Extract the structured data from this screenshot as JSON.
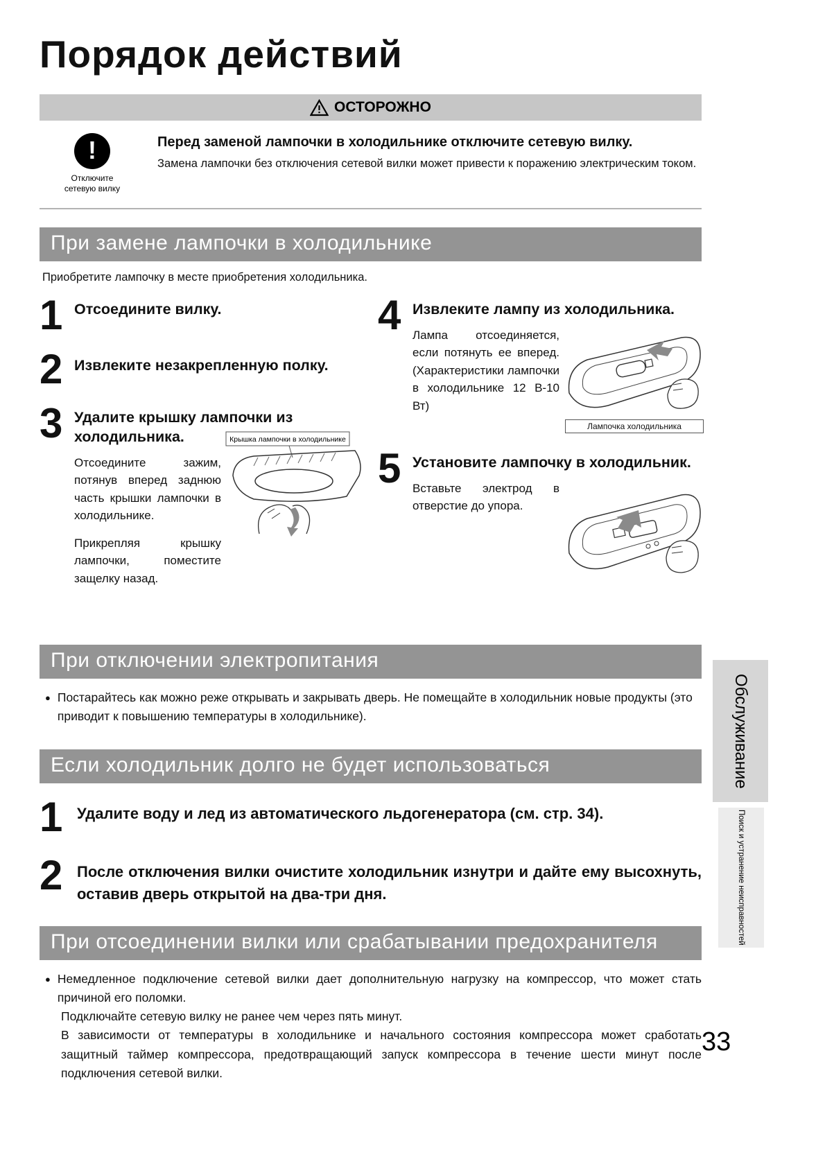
{
  "page": {
    "title": "Порядок действий",
    "number": "33"
  },
  "warning": {
    "header": "ОСТОРОЖНО",
    "icon_caption": "Отключите сетевую вилку",
    "lead": "Перед заменой лампочки в холодильнике отключите сетевую вилку.",
    "detail": "Замена лампочки без отключения сетевой вилки может привести к поражению электрическим током."
  },
  "lamp": {
    "header": "При замене лампочки в холодильнике",
    "intro": "Приобретите лампочку в месте приобретения холодильника.",
    "steps": [
      {
        "num": "1",
        "title": "Отсоедините вилку."
      },
      {
        "num": "2",
        "title": "Извлеките незакрепленную полку."
      },
      {
        "num": "3",
        "title": "Удалите крышку лампочки из холодильника.",
        "body1": "Отсоедините зажим, потянув вперед заднюю часть крышки лампочки в холодильнике.",
        "body2": "Прикрепляя крышку лампочки, поместите защелку назад.",
        "image_label": "Крышка лампочки в холодильнике"
      },
      {
        "num": "4",
        "title": "Извлеките лампу из холодильника.",
        "body": "Лампа отсоединяется, если потянуть ее вперед. (Характеристики лампочки в холодильнике 12 В-10 Вт)",
        "image_label": "Лампочка холодильника"
      },
      {
        "num": "5",
        "title": "Установите лампочку в холодильник.",
        "body": "Вставьте электрод в отверстие до упора."
      }
    ]
  },
  "power_outage": {
    "header": "При отключении электропитания",
    "bullet": "Постарайтесь как можно реже открывать и закрывать дверь. Не помещайте в холодильник новые продукты (это приводит к повышению температуры в холодильнике)."
  },
  "long_unused": {
    "header": "Если холодильник долго не будет использоваться",
    "steps": [
      {
        "num": "1",
        "title": "Удалите воду и лед из автоматического льдогенератора (см. стр. 34)."
      },
      {
        "num": "2",
        "title": "После отключения вилки очистите холодильник изнутри и дайте ему высохнуть, оставив дверь открытой на два-три дня."
      }
    ]
  },
  "unplug_fuse": {
    "header": "При отсоединении вилки или срабатывании предохранителя",
    "p1": "Немедленное подключение сетевой вилки дает дополнительную нагрузку на компрессор, что может стать причиной его поломки.",
    "p2": "Подключайте сетевую вилку не ранее чем через пять минут.",
    "p3": "В зависимости от температуры в холодильнике и начального состояния компрессора может сработать защитный таймер компрессора, предотвращающий запуск компрессора в течение шести минут после подключения сетевой вилки."
  },
  "sidebar": {
    "service": "Обслуживание",
    "troubleshooting": "Поиск и устранение неисправностей"
  },
  "colors": {
    "section_header_bg": "#949494",
    "warning_bar_bg": "#c6c6c6",
    "sidebar_tab_bg": "#d6d6d6"
  }
}
